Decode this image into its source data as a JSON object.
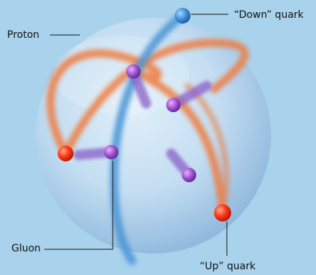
{
  "labels": {
    "proton": "Proton",
    "down_quark": "“Down” quark",
    "gluon": "Gluon",
    "up_quark": "“Up” quark"
  },
  "colors": {
    "background": "#a9d3ec",
    "sphere": "#c3ddf2",
    "up_quark": "#ff3b1c",
    "down_quark": "#3f8fd8",
    "orange_track": "#f07a3c",
    "blue_track": "#4a94d6",
    "gluon": "#8a5fc8"
  }
}
